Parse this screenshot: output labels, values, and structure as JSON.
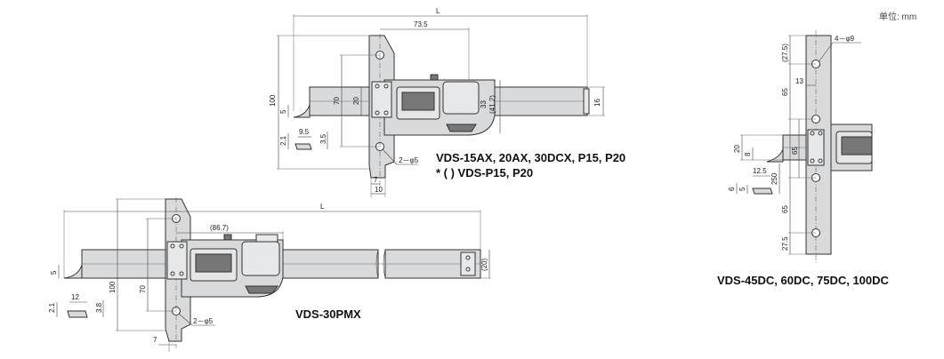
{
  "unit_label": "单位: mm",
  "top_view": {
    "caption_main": "VDS-15AX, 20AX, 30DCX, P15, P20",
    "caption_note": "* (  ) VDS-P15, P20",
    "dims": {
      "L": "L",
      "d73_5": "73.5",
      "d100": "100",
      "d70": "70",
      "d20": "20",
      "d5": "5",
      "d33": "33",
      "d41_2": "(41.2)",
      "d16": "16",
      "d2_1": "2.1",
      "d9_5": "9.5",
      "d3_5": "3.5",
      "d7": "7",
      "d10": "10",
      "hole": "2－φ5"
    }
  },
  "bottom_view": {
    "caption": "VDS-30PMX",
    "dims": {
      "L": "L",
      "d86_7": "(86.7)",
      "d100": "100",
      "d70": "70",
      "d20p": "(20)",
      "d5": "5",
      "d12": "12",
      "d3_8": "3.8",
      "d2_1": "2.1",
      "d7": "7",
      "hole": "2－φ5"
    }
  },
  "right_view": {
    "caption": "VDS-45DC, 60DC, 75DC, 100DC",
    "dims": {
      "hole": "4－φ9",
      "d27_5a": "(27.5)",
      "d65a": "65",
      "d13": "13",
      "d65b": "65",
      "d20": "20",
      "d8": "8",
      "d12_5": "12.5",
      "d250": "250",
      "d6": "6",
      "d5": "5",
      "d65c": "65",
      "d27_5b": "27.5"
    }
  }
}
